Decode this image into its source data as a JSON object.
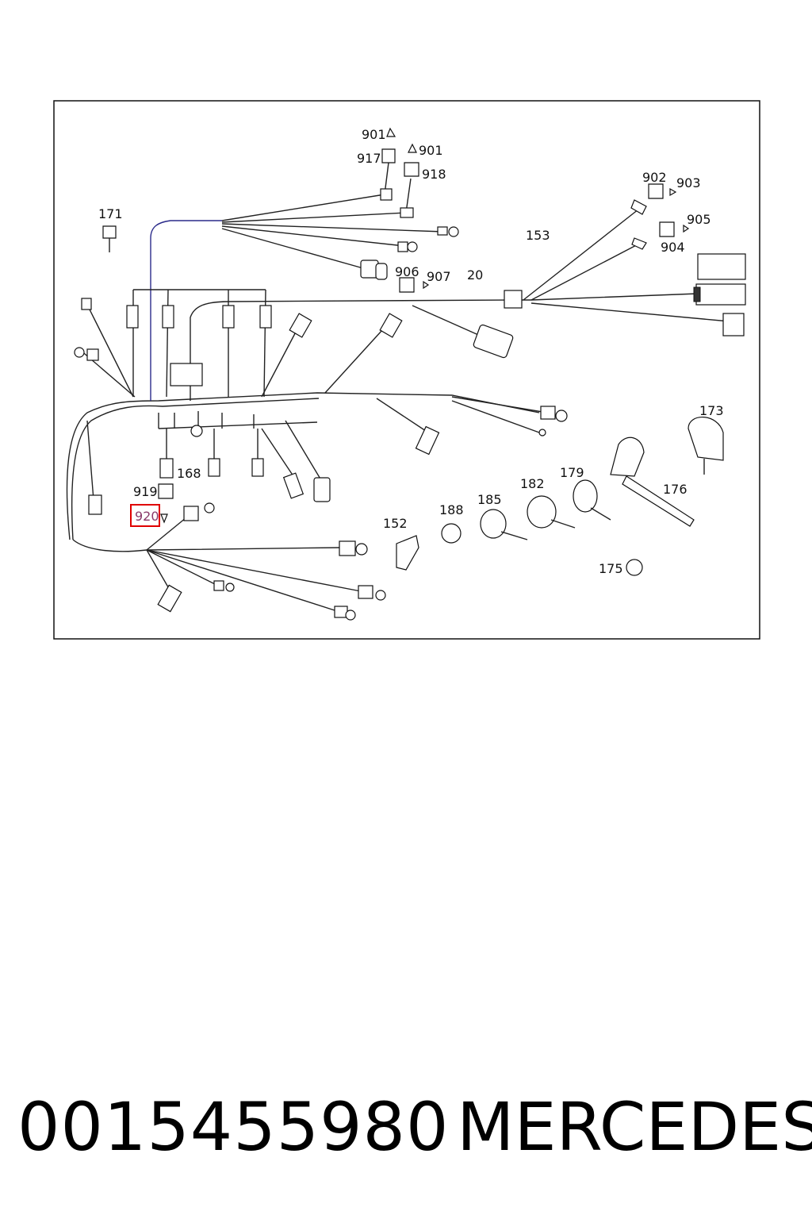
{
  "diagram": {
    "highlighted_label": "920",
    "highlight_color": "#e00000",
    "labels": [
      "901",
      "917",
      "901",
      "918",
      "902",
      "903",
      "905",
      "904",
      "171",
      "153",
      "906",
      "907",
      "20",
      "173",
      "168",
      "919",
      "176",
      "179",
      "182",
      "185",
      "188",
      "152",
      "175"
    ]
  },
  "footer": {
    "part_number": "0015455980",
    "brand": "MERCEDES"
  }
}
